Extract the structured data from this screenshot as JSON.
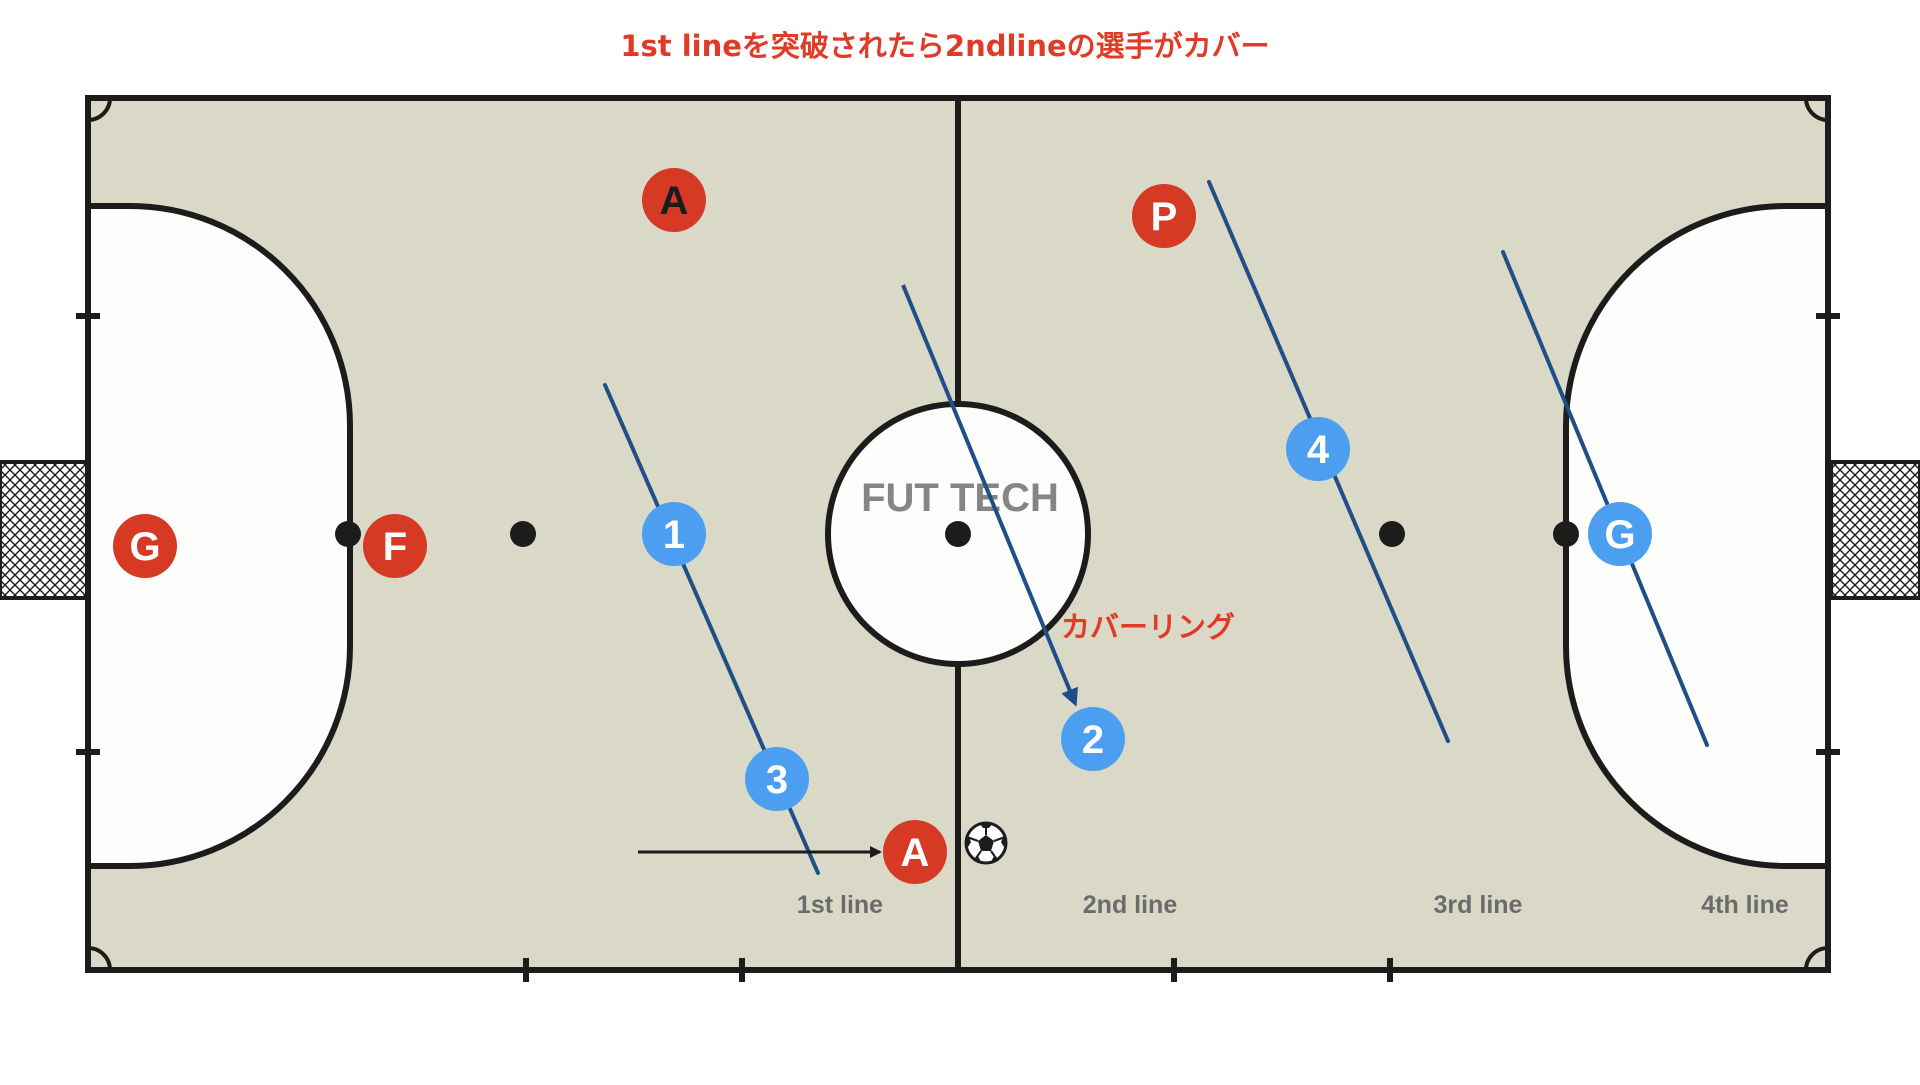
{
  "title": "1st lineを突破されたら2ndlineの選手がカバー",
  "watermark": "FUT TECH",
  "annotation": "カバーリング",
  "colors": {
    "court": "#dad9c8",
    "area": "#fdfdfc",
    "line": "#1c1c1c",
    "attacker": "#d63a25",
    "defender": "#4c9ff0",
    "defense_line": "#1e4f87",
    "accent_text": "#e03b26",
    "label_text": "#6b6b6b"
  },
  "line_labels": [
    {
      "id": "1st",
      "text": "1st line"
    },
    {
      "id": "2nd",
      "text": "2nd line"
    },
    {
      "id": "3rd",
      "text": "3rd line"
    },
    {
      "id": "4th",
      "text": "4th line"
    }
  ],
  "players": {
    "attackers": [
      {
        "id": "a-goalkeeper",
        "label": "G"
      },
      {
        "id": "a-fixo",
        "label": "F"
      },
      {
        "id": "a-ala-top",
        "label": "A"
      },
      {
        "id": "a-pivo",
        "label": "P"
      },
      {
        "id": "a-ala-ball",
        "label": "A"
      }
    ],
    "defenders": [
      {
        "id": "d-1",
        "label": "1"
      },
      {
        "id": "d-2",
        "label": "2"
      },
      {
        "id": "d-3",
        "label": "3"
      },
      {
        "id": "d-4",
        "label": "4"
      },
      {
        "id": "d-goalkeeper",
        "label": "G"
      }
    ]
  },
  "icons": {
    "ball": "soccer-ball-icon",
    "goal_left": "goal-net-icon",
    "goal_right": "goal-net-icon"
  }
}
